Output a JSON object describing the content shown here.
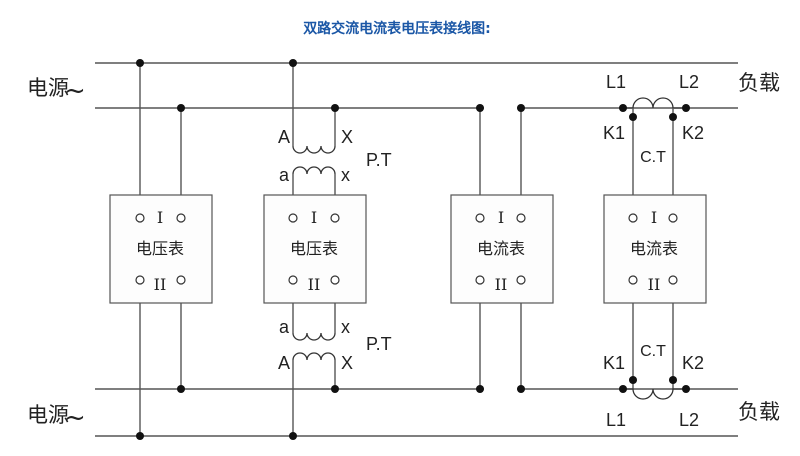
{
  "title": "双路交流电流表电压表接线图:",
  "left_labels": {
    "top": "电源",
    "bottom": "电源",
    "tilde": "~"
  },
  "right_labels": {
    "top": "负载",
    "bottom": "负载"
  },
  "meters": [
    {
      "name": "电压表",
      "upper": "I",
      "lower": "II"
    },
    {
      "name": "电压表",
      "upper": "I",
      "lower": "II"
    },
    {
      "name": "电流表",
      "upper": "I",
      "lower": "II"
    },
    {
      "name": "电流表",
      "upper": "I",
      "lower": "II"
    }
  ],
  "pt_top": {
    "primary_left": "A",
    "primary_right": "X",
    "secondary_left": "a",
    "secondary_right": "x",
    "label": "P.T"
  },
  "pt_bottom": {
    "primary_left": "A",
    "primary_right": "X",
    "secondary_left": "a",
    "secondary_right": "x",
    "label": "P.T"
  },
  "ct_top": {
    "l1": "L1",
    "l2": "L2",
    "k1": "K1",
    "k2": "K2",
    "label": "C.T"
  },
  "ct_bottom": {
    "l1": "L1",
    "l2": "L2",
    "k1": "K1",
    "k2": "K2",
    "label": "C.T"
  }
}
